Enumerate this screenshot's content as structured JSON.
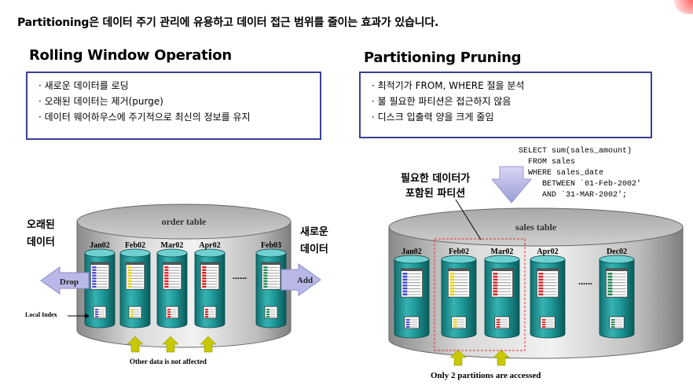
{
  "headline": "Partitioning은 데이터 주기 관리에 유용하고 데이터 접근 범위를 줄이는 효과가 있습니다.",
  "left": {
    "title": "Rolling Window Operation",
    "bullets": [
      "새로운 데이터를 로딩",
      "오래된 데이터는 제거(purge)",
      "데이터 웨어하우스에 주기적으로 최신의 정보를 유지"
    ],
    "cylinder_label": "order table",
    "partitions": [
      "Jan02",
      "Feb02",
      "Mar02",
      "Apr02",
      "Feb03"
    ],
    "ellipsis": "......",
    "drop_label": "Drop",
    "add_label": "Add",
    "old_label": [
      "오래된",
      "데이터"
    ],
    "new_label": [
      "새로운",
      "데이터"
    ],
    "local_index_label": "Local Index",
    "footer_note": "Other data is not affected"
  },
  "right": {
    "title": "Partitioning Pruning",
    "bullets": [
      "최적기가 FROM, WHERE 절을 분석",
      "불 필요한 파티션은 접근하지 않음",
      "디스크 입출력 양을 크게 줄임"
    ],
    "sql_lines": [
      "SELECT sum(sales_amount)",
      "  FROM sales",
      "  WHERE sales_date",
      "     BETWEEN `01-Feb-2002'",
      "     AND `31-MAR-2002';"
    ],
    "cylinder_label": "sales table",
    "partitions": [
      "Jan02",
      "Feb02",
      "Mar02",
      "Apr02",
      "Dec02"
    ],
    "ellipsis": "......",
    "needed_label": [
      "필요한 데이터가",
      "포함된 파티션"
    ],
    "footer_note": "Only 2 partitions are accessed"
  },
  "colors": {
    "box_border": "#3b3f98",
    "arrow_fill": "#b9b9e8",
    "up_arrow": "#c8c800",
    "highlight_dash": "#e03030"
  }
}
